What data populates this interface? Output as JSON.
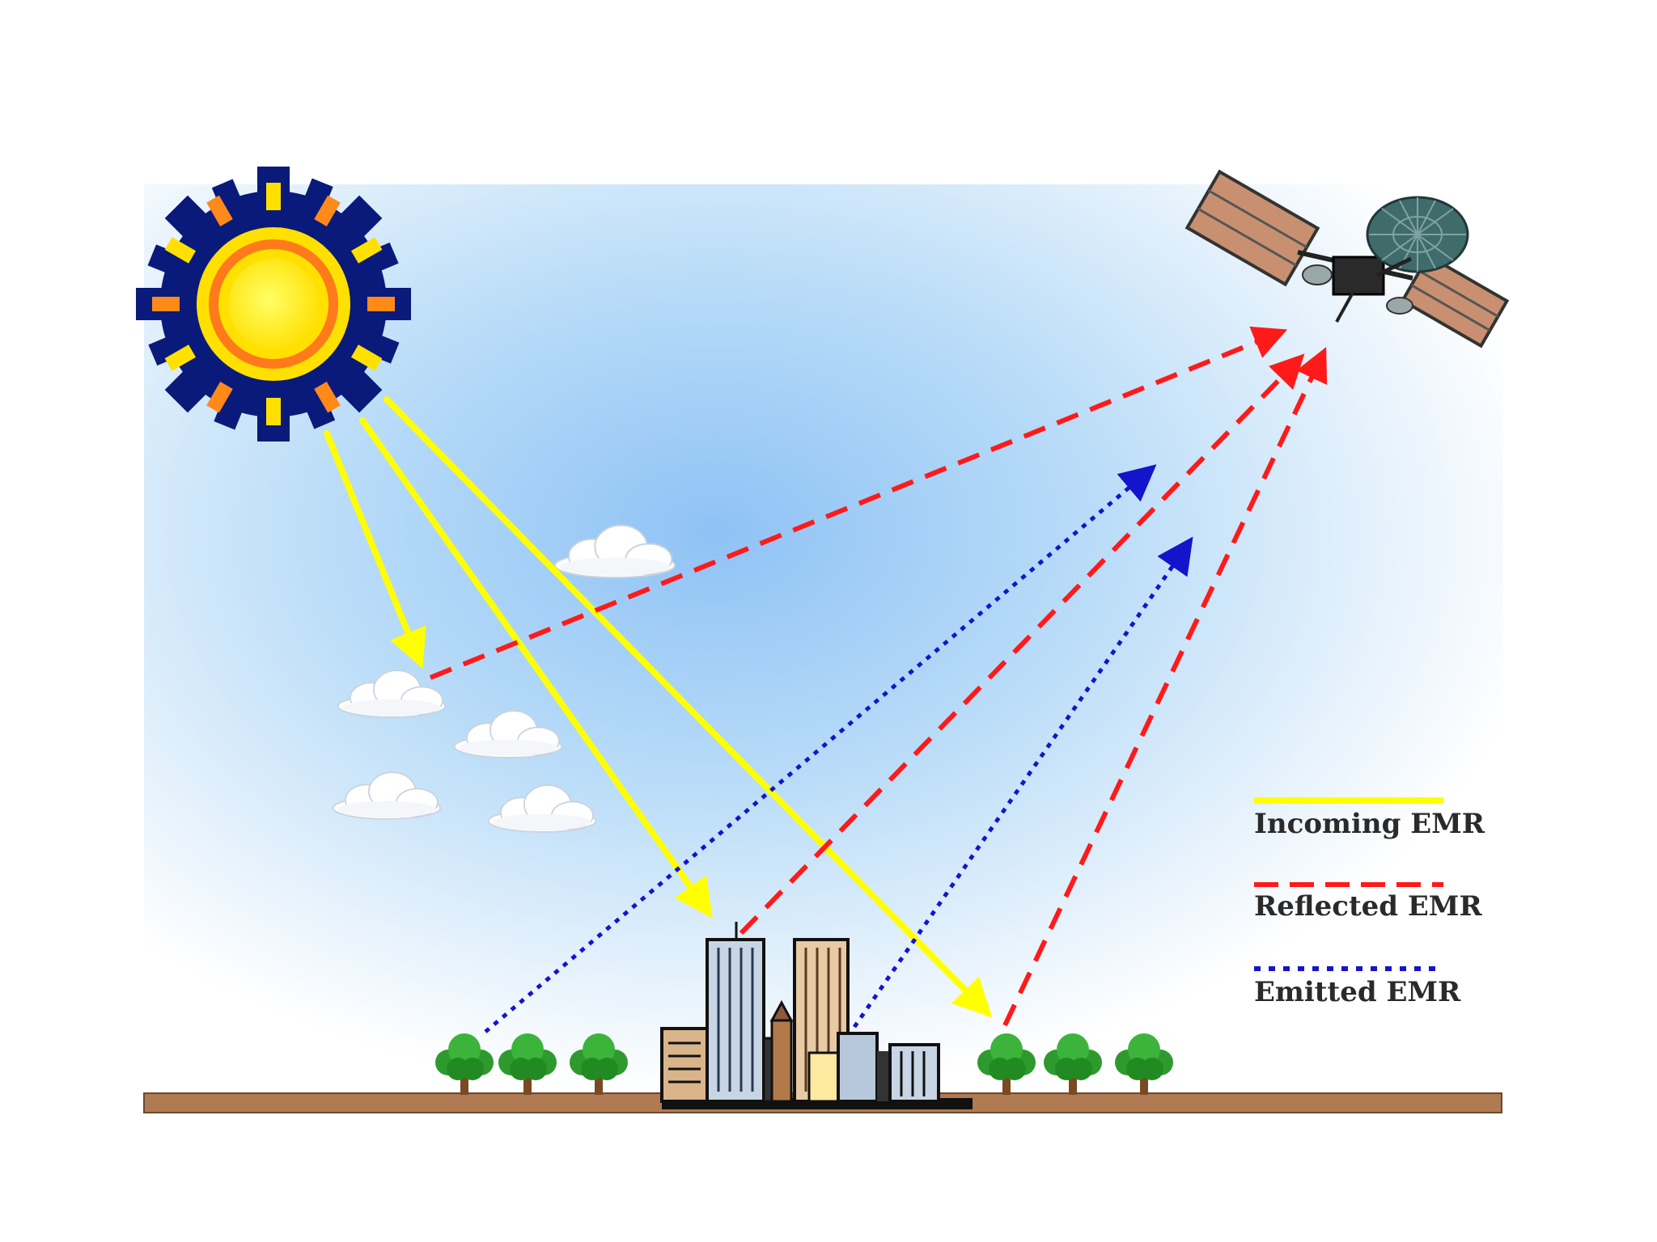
{
  "diagram": {
    "legend": [
      {
        "label": "Incoming EMR",
        "color": "#ffff00",
        "style": "solid"
      },
      {
        "label": "Reflected EMR",
        "color": "#ff1a1a",
        "style": "dashed"
      },
      {
        "label": "Emitted EMR",
        "color": "#1414cc",
        "style": "dotted"
      }
    ],
    "colors": {
      "sky": "#9cc8f5",
      "ground": "#b07a52",
      "sun_outer": "#0a1a7a",
      "sun_inner": "#ffe000",
      "sun_ring": "#ff7a1a"
    }
  }
}
